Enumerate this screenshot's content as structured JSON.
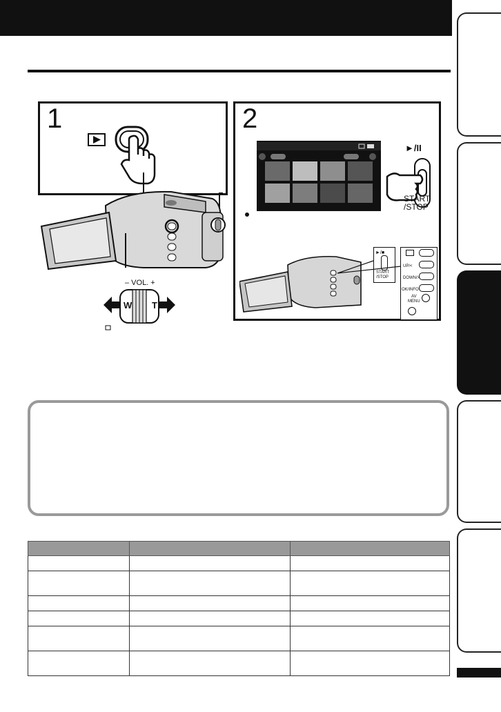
{
  "step1": {
    "number": "1"
  },
  "step2": {
    "number": "2"
  },
  "camera_controls": {
    "play_stop_label": "►/II",
    "start_stop_label": "START\n/STOP",
    "zoom_volume_label": "– VOL. +",
    "zoom_wide_label": "W",
    "zoom_tele_label": "T",
    "side_buttons": [
      "UP/<",
      "DOWN/>",
      "OK/INFO",
      "AV\nMENU"
    ],
    "small_start_stop": "START\n/STOP",
    "small_play_stop": "►/■"
  },
  "table": {
    "columns": 3,
    "rows": 6
  },
  "tabs": {
    "count": 5,
    "active_index": 2
  }
}
